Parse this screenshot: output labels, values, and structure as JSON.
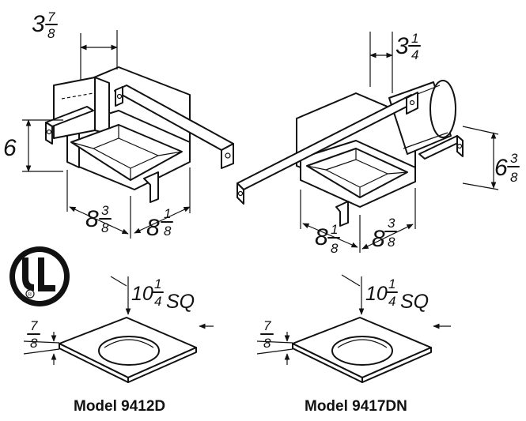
{
  "models": [
    {
      "caption": "Model 9412D",
      "dims": {
        "top": {
          "whole": "3",
          "num": "7",
          "den": "8"
        },
        "height": {
          "whole": "6"
        },
        "width": {
          "whole": "8",
          "num": "3",
          "den": "8"
        },
        "depth": {
          "whole": "8",
          "num": "1",
          "den": "8"
        },
        "grille": {
          "whole": "10",
          "num": "1",
          "den": "4",
          "suffix": "SQ"
        },
        "grille_depth": {
          "num": "7",
          "den": "8"
        }
      }
    },
    {
      "caption": "Model 9417DN",
      "dims": {
        "top": {
          "whole": "3",
          "num": "1",
          "den": "4"
        },
        "height": {
          "whole": "6",
          "num": "3",
          "den": "8"
        },
        "width": {
          "whole": "8",
          "num": "1",
          "den": "8"
        },
        "depth": {
          "whole": "8",
          "num": "3",
          "den": "8"
        },
        "grille": {
          "whole": "10",
          "num": "1",
          "den": "4",
          "suffix": "SQ"
        },
        "grille_depth": {
          "num": "7",
          "den": "8"
        }
      }
    }
  ],
  "logo": {
    "letters": "UL",
    "mark": "®"
  }
}
